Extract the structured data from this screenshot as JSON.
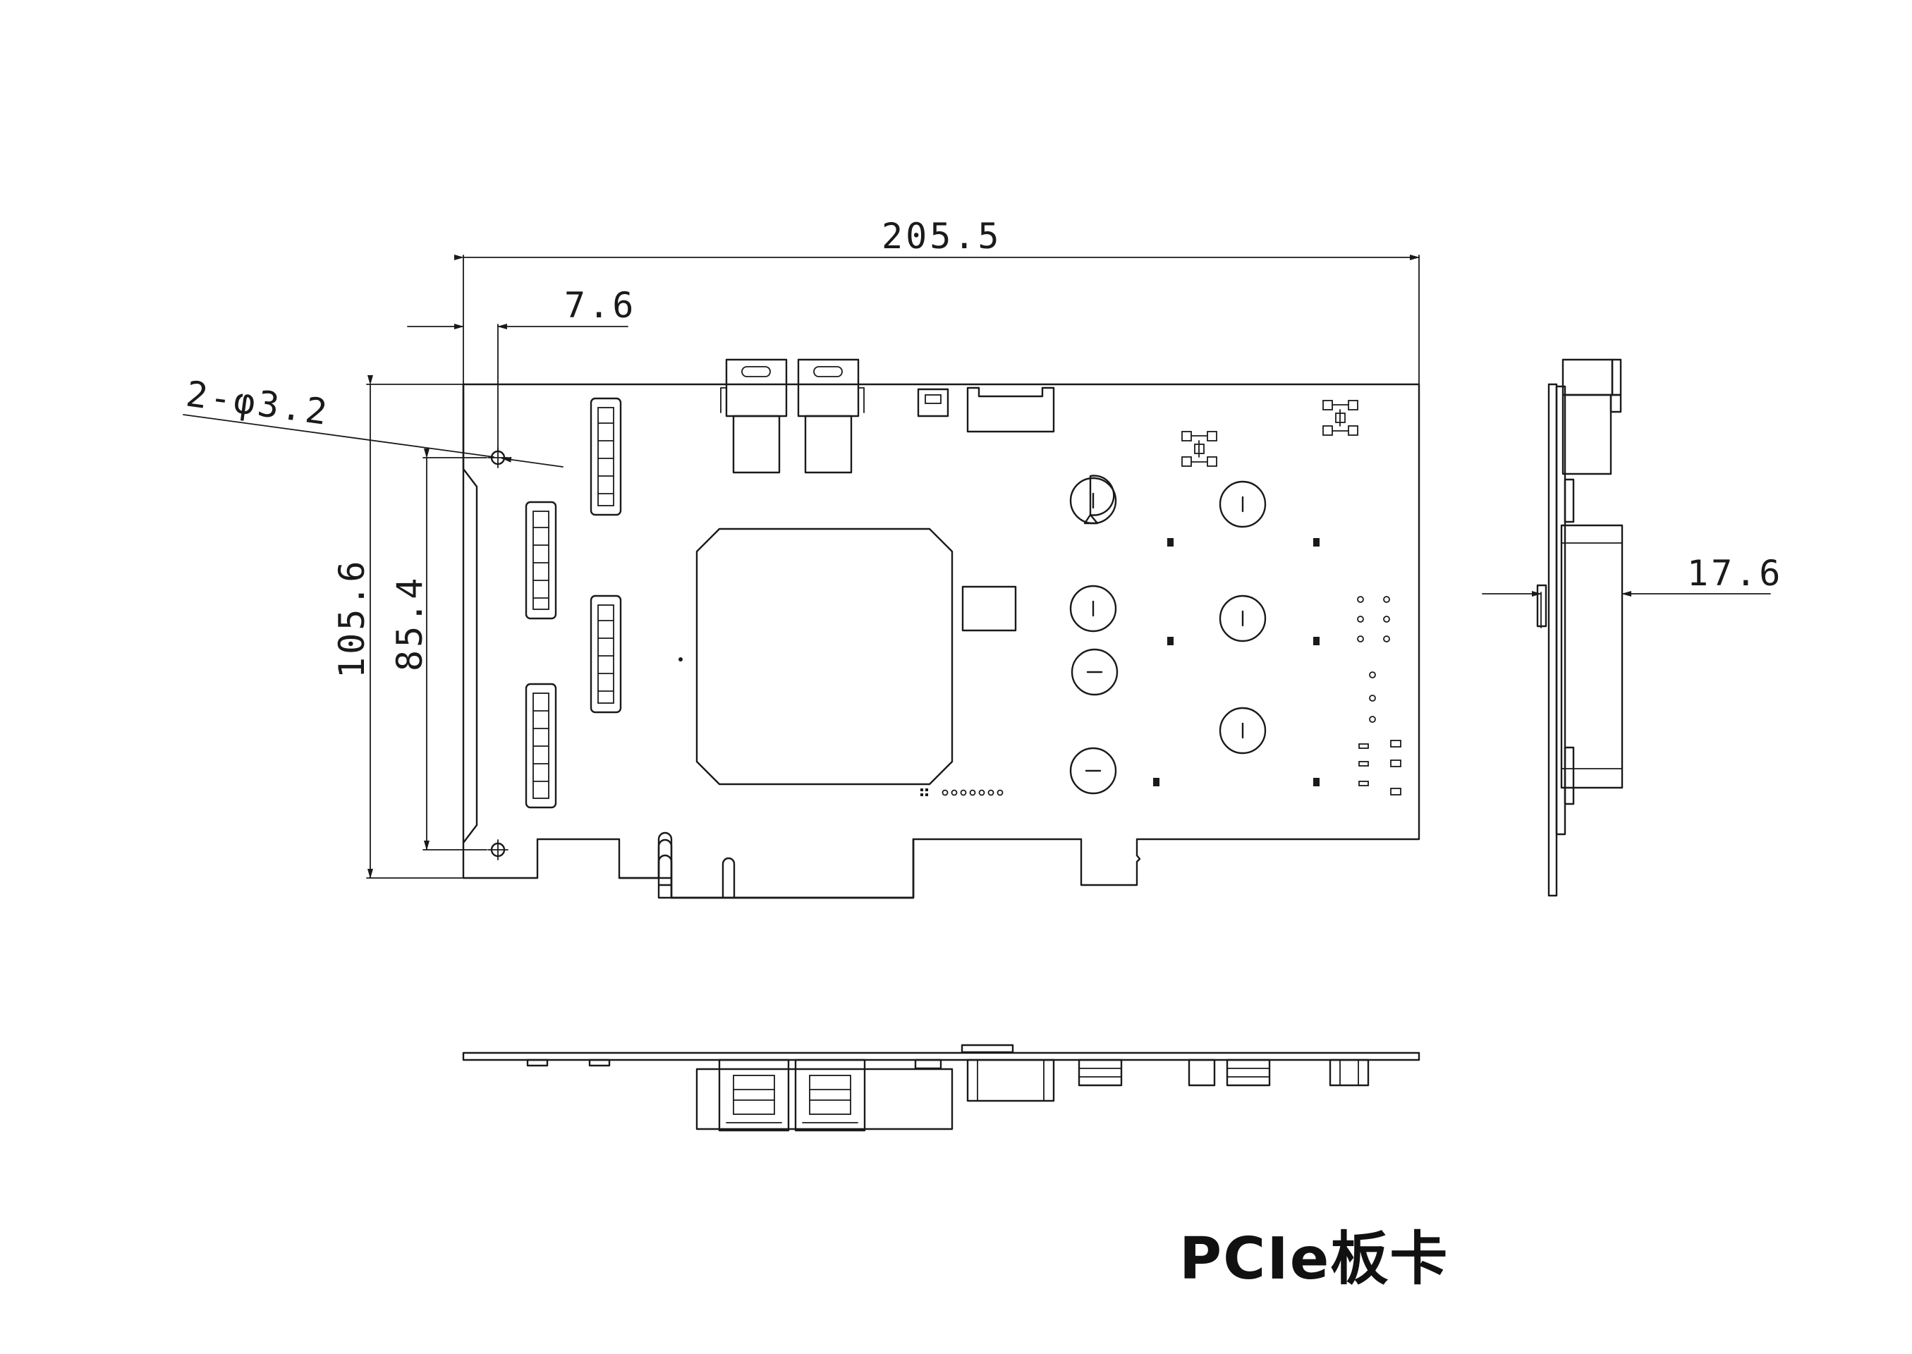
{
  "dimensions": {
    "length": "205.5",
    "bracket_offset": "7.6",
    "holes": "2-φ3.2",
    "height": "105.6",
    "hole_spacing": "85.4",
    "thickness": "17.6"
  },
  "caption": "PCIe板卡"
}
